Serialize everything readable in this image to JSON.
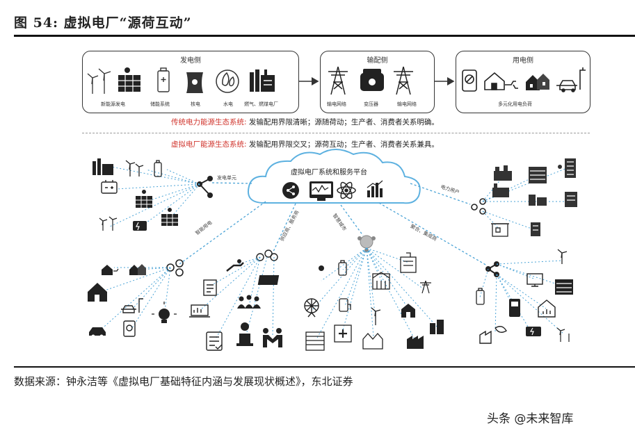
{
  "figure": {
    "title": "图 54: 虚拟电厂“源荷互动”",
    "source": "数据来源：钟永洁等《虚拟电厂基础特征内涵与发展现状概述》，东北证券",
    "watermark": "头条 @未来智库"
  },
  "top_panels": {
    "generation": {
      "title": "发电侧",
      "items": [
        "新能源发电",
        "储能系统",
        "核电",
        "水电",
        "燃气、燃煤电厂"
      ]
    },
    "transmission": {
      "title": "输配侧",
      "items": [
        "输电网络",
        "变压器",
        "输电网络"
      ]
    },
    "consumption": {
      "title": "用电侧",
      "items": [
        "多元化用电负荷"
      ]
    }
  },
  "traditional_line": {
    "label": "传统电力能源生态系统:",
    "text": "发输配用界限清晰；源随荷动；生产者、消费者关系明确。"
  },
  "vpp_line": {
    "label": "虚拟电厂能源生态系统:",
    "text": "发输配用界限交叉；源荷互动；生产者、消费者关系兼具。"
  },
  "cloud": {
    "label": "虚拟电厂系统和服务平台",
    "icons": [
      "share-icon",
      "monitor-chart-icon",
      "atom-icon",
      "bar-chart-icon"
    ]
  },
  "links": {
    "generation_unit": "发电单元",
    "power_user": "电力用户",
    "smart_load": "智能用电",
    "supplier": "供应商、服务商",
    "smart_city": "智慧城市",
    "aggregator": "聚合、集成商"
  },
  "colors": {
    "accent_red": "#d0342c",
    "link_blue": "#4aa3d6",
    "cloud_fill": "#ffffff",
    "cloud_stroke": "#5db1e0"
  }
}
